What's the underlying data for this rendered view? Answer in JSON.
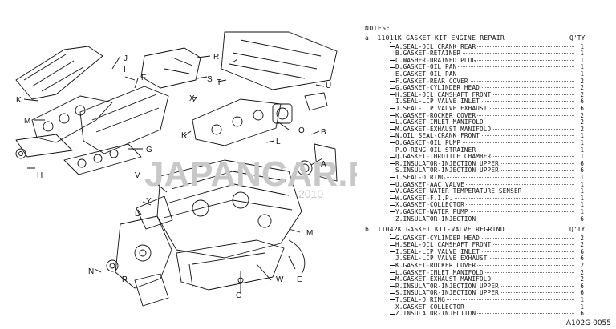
{
  "notes_title": "NOTES:",
  "qty_header": "Q'TY",
  "watermark": "JAPANCAR.RU",
  "watermark_year": "2010",
  "footer_code": "A102G 0055",
  "kits": [
    {
      "header": "a. 11011K GASKET KIT ENGINE REPAIR",
      "items": [
        {
          "code": "A",
          "name": "SEAL-OIL CRANK REAR",
          "qty": "1"
        },
        {
          "code": "B",
          "name": "GASKET-RETAINER",
          "qty": "1"
        },
        {
          "code": "C",
          "name": "WASHER-DRAINED PLUG",
          "qty": "1"
        },
        {
          "code": "D",
          "name": "GASKET-OIL PAN",
          "qty": "1"
        },
        {
          "code": "E",
          "name": "GASKET-OIL PAN",
          "qty": "1"
        },
        {
          "code": "F",
          "name": "GASKET-REAR COVER",
          "qty": "2"
        },
        {
          "code": "G",
          "name": "GASKET-CYLINDER HEAD",
          "qty": "2"
        },
        {
          "code": "H",
          "name": "SEAL-OIL CAMSHAFT FRONT",
          "qty": "2"
        },
        {
          "code": "I",
          "name": "SEAL-LIP VALVE INLET",
          "qty": "6"
        },
        {
          "code": "J",
          "name": "SEAL-LIP VALVE EXHAUST",
          "qty": "6"
        },
        {
          "code": "K",
          "name": "GASKET-ROCKER COVER",
          "qty": "2"
        },
        {
          "code": "L",
          "name": "GASKET-INLET MANIFOLD",
          "qty": "2"
        },
        {
          "code": "M",
          "name": "GASKET-EXHAUST MANIFOLD",
          "qty": "2"
        },
        {
          "code": "N",
          "name": "OIL SEAL-CRANK FRONT",
          "qty": "1"
        },
        {
          "code": "O",
          "name": "GASKET-OIL PUMP",
          "qty": "1"
        },
        {
          "code": "P",
          "name": "O-RING-OIL STRAINER",
          "qty": "1"
        },
        {
          "code": "Q",
          "name": "GASKET-THROTTLE CHAMBER",
          "qty": "1"
        },
        {
          "code": "R",
          "name": "INSULATOR-INJECTION UPPER",
          "qty": "6"
        },
        {
          "code": "S",
          "name": "INSULATOR-INJECTION UPPER",
          "qty": "6"
        },
        {
          "code": "T",
          "name": "SEAL-O RING",
          "qty": "1"
        },
        {
          "code": "U",
          "name": "GASKET-AAC VALVE",
          "qty": "1"
        },
        {
          "code": "V",
          "name": "GASKET-WATER TEMPERATURE SENSER",
          "qty": "1"
        },
        {
          "code": "W",
          "name": "GASKET-F.I.P.",
          "qty": "1"
        },
        {
          "code": "X",
          "name": "GASKET-COLLECTOR",
          "qty": "1"
        },
        {
          "code": "Y",
          "name": "GASKET-WATER PUMP",
          "qty": "1"
        },
        {
          "code": "Z",
          "name": "INSULATOR-INJECTION",
          "qty": "6"
        }
      ]
    },
    {
      "header": "b. 11042K GASKET KIT-VALVE REGRIND",
      "items": [
        {
          "code": "G",
          "name": "GASKET-CYLINDER HEAD",
          "qty": "2"
        },
        {
          "code": "H",
          "name": "SEAL-OIL CAMSHAFT FRONT",
          "qty": "2"
        },
        {
          "code": "I",
          "name": "SEAL-LIP VALVE INLET",
          "qty": "6"
        },
        {
          "code": "J",
          "name": "SEAL-LIP VALVE EXHAUST",
          "qty": "6"
        },
        {
          "code": "K",
          "name": "GASKET-ROCKER COVER",
          "qty": "2"
        },
        {
          "code": "L",
          "name": "GASKET-INLET MANIFOLD",
          "qty": "2"
        },
        {
          "code": "M",
          "name": "GASKET-EXHAUST MANIFOLD",
          "qty": "2"
        },
        {
          "code": "R",
          "name": "INSULATOR-INJECTION UPPER",
          "qty": "6"
        },
        {
          "code": "S",
          "name": "INSULATOR-INJECTION UPPER",
          "qty": "6"
        },
        {
          "code": "T",
          "name": "SEAL-O RING",
          "qty": "1"
        },
        {
          "code": "X",
          "name": "GASKET-COLLECTOR",
          "qty": "1"
        },
        {
          "code": "Z",
          "name": "INSULATOR-INJECTION",
          "qty": "6"
        }
      ]
    }
  ],
  "callouts": [
    "A",
    "B",
    "C",
    "D",
    "E",
    "F",
    "G",
    "H",
    "I",
    "J",
    "K",
    "K",
    "L",
    "M",
    "M",
    "N",
    "P",
    "Q",
    "R",
    "S",
    "T",
    "U",
    "V",
    "W",
    "X",
    "Y",
    "Z"
  ]
}
